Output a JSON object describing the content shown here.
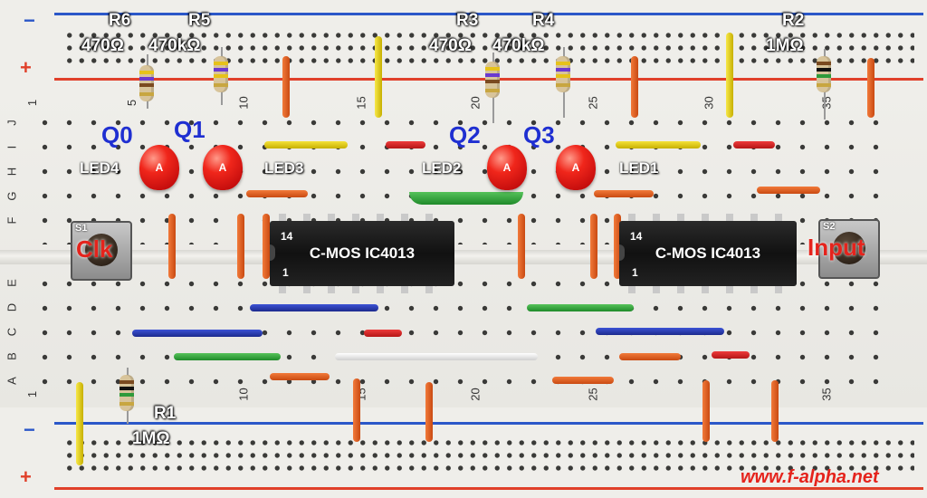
{
  "rails": {
    "minus": "−",
    "plus": "+"
  },
  "row_letters_top": [
    "J",
    "I",
    "H",
    "G",
    "F"
  ],
  "row_letters_bottom": [
    "E",
    "D",
    "C",
    "B",
    "A"
  ],
  "column_numbers": [
    "1",
    "5",
    "10",
    "15",
    "20",
    "25",
    "30",
    "35"
  ],
  "resistors": {
    "r6": {
      "id": "R6",
      "value": "470Ω"
    },
    "r5": {
      "id": "R5",
      "value": "470kΩ"
    },
    "r3": {
      "id": "R3",
      "value": "470Ω"
    },
    "r4": {
      "id": "R4",
      "value": "470kΩ"
    },
    "r2": {
      "id": "R2",
      "value": "1MΩ"
    },
    "r1": {
      "id": "R1",
      "value": "1MΩ"
    }
  },
  "leds": {
    "q0": "Q0",
    "q1": "Q1",
    "q2": "Q2",
    "q3": "Q3",
    "led4": "LED4",
    "led3": "LED3",
    "led2": "LED2",
    "led1": "LED1",
    "anode": "A"
  },
  "ics": {
    "ic_left": {
      "name": "C-MOS IC4013",
      "pin14": "14",
      "pin1": "1"
    },
    "ic_right": {
      "name": "C-MOS IC4013",
      "pin14": "14",
      "pin1": "1"
    }
  },
  "switches": {
    "s1": {
      "id": "S1",
      "label": "Clk"
    },
    "s2": {
      "id": "S2",
      "label": "Input"
    }
  },
  "watermark": "www.f-alpha.net",
  "colors": {
    "rail_blue": "#2b57c8",
    "rail_red": "#e0402a",
    "label_blue": "#1f2fd1",
    "label_red": "#e5231c"
  }
}
